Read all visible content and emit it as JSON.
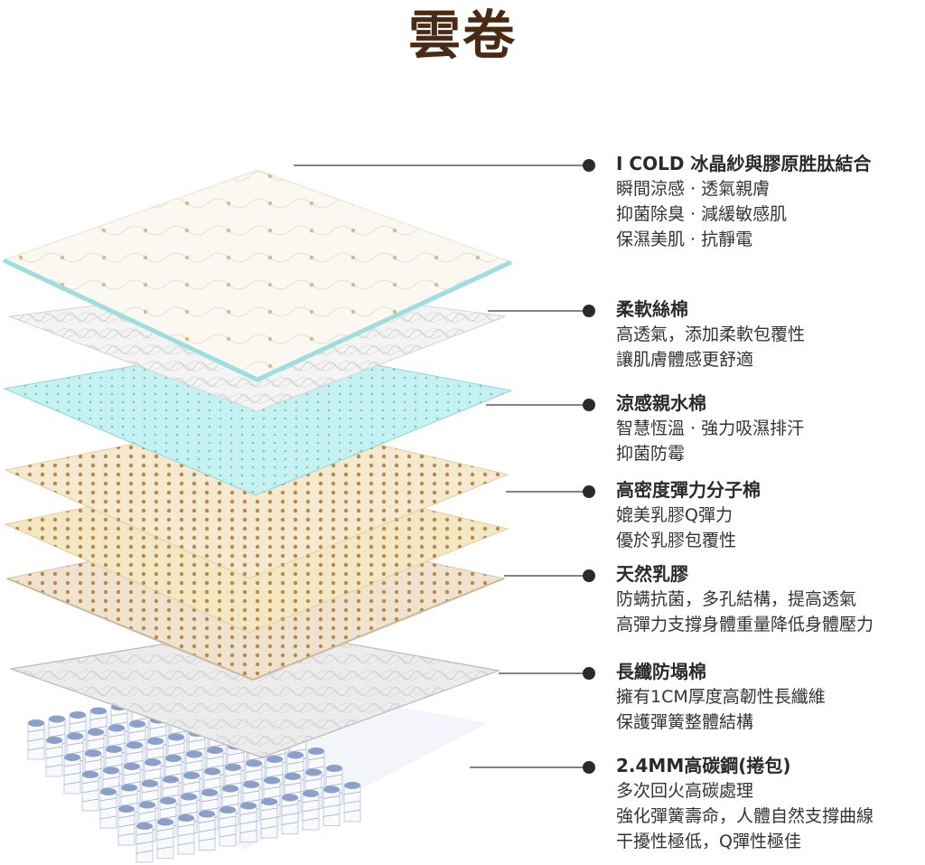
{
  "title": "雲卷",
  "layers": [
    {
      "heading": "I COLD 冰晶紗與膠原胜肽結合",
      "lines": [
        "瞬間涼感 · 透氣親膚",
        "抑菌除臭 · 減緩敏感肌",
        "保濕美肌 · 抗靜電"
      ]
    },
    {
      "heading": "柔軟絲棉",
      "lines": [
        "高透氣，添加柔軟包覆性",
        "讓肌膚體感更舒適"
      ]
    },
    {
      "heading": "涼感親水棉",
      "lines": [
        "智慧恆溫 · 強力吸濕排汗",
        "抑菌防霉"
      ]
    },
    {
      "heading": "高密度彈力分子棉",
      "lines": [
        "媲美乳膠Q彈力",
        "優於乳膠包覆性"
      ]
    },
    {
      "heading": "天然乳膠",
      "lines": [
        "防螨抗菌，多孔結構，提高透氣",
        "高彈力支撐身體重量降低身體壓力"
      ]
    },
    {
      "heading": "長纖防塌棉",
      "lines": [
        "擁有1CM厚度高韌性長纖維",
        "保護彈簧整體結構"
      ]
    },
    {
      "heading": "2.4MM高碳鋼(捲包)",
      "lines": [
        "多次回火高碳處理",
        "強化彈簧壽命，人體自然支撐曲線",
        "干擾性極低，Q彈性極佳"
      ]
    }
  ],
  "colors": {
    "title": "#4a2a14",
    "cover": "#fbf8f2",
    "cool_foam": "#bdeeee",
    "memory_foam": "#f3e7c4",
    "latex": "#efe3d0",
    "fiber": "#ececec",
    "coil_cap": "#8aa0c8"
  }
}
